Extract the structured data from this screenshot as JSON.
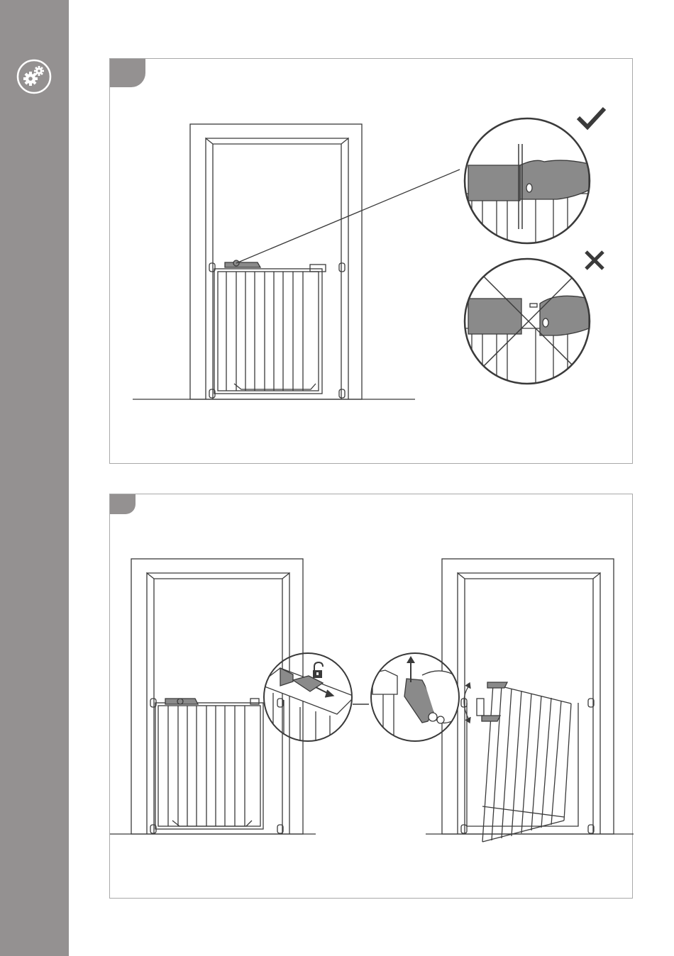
{
  "sidebar": {
    "icon": "gears-icon",
    "color": "#949191"
  },
  "panels": [
    {
      "name": "panel-1",
      "step_tab_color": "#949191",
      "insets": [
        {
          "name": "correct-alignment-inset",
          "status_icon": "checkmark-icon"
        },
        {
          "name": "incorrect-alignment-inset",
          "status_icon": "cross-icon"
        }
      ]
    },
    {
      "name": "panel-2",
      "step_tab_color": "#949191",
      "insets": [
        {
          "name": "unlock-slide-inset",
          "status_icon": "unlock-icon"
        },
        {
          "name": "lift-handle-inset",
          "status_icon": "up-arrow-icon"
        }
      ]
    }
  ],
  "colors": {
    "line": "#3a3a3a",
    "handle": "#8a8a8a",
    "frame": "#ffffff"
  }
}
